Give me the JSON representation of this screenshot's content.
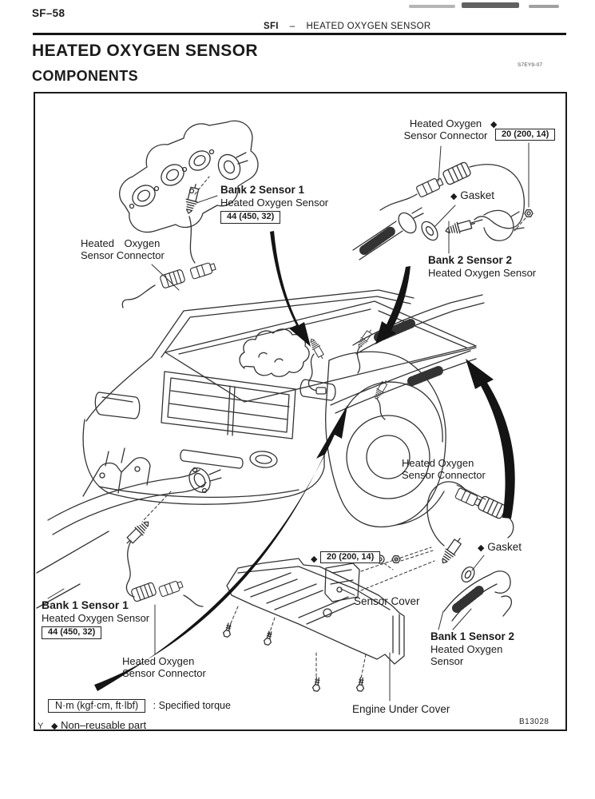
{
  "page": {
    "page_number": "SF–58",
    "running_section": "SFI",
    "running_separator": "–",
    "running_title": "HEATED OXYGEN SENSOR",
    "title": "HEATED OXYGEN SENSOR",
    "subtitle": "COMPONENTS",
    "figure_code": "S7EY9-07",
    "figure_id": "B13028"
  },
  "callouts": {
    "connector_top_right": {
      "line1": "Heated Oxygen",
      "line2": "Sensor Connector"
    },
    "torque_top": {
      "mark": "◆",
      "value": "20 (200, 14)"
    },
    "bank2_sensor1": {
      "name": "Bank 2 Sensor 1",
      "part": "Heated Oxygen Sensor",
      "torque": "44 (450, 32)"
    },
    "connector_left": {
      "line1": "Heated Oxygen",
      "line2": "Sensor Connector"
    },
    "gasket_top": {
      "mark": "◆",
      "text": "Gasket"
    },
    "bank2_sensor2": {
      "name": "Bank 2 Sensor 2",
      "part": "Heated Oxygen Sensor"
    },
    "connector_right": {
      "line1": "Heated Oxygen",
      "line2": "Sensor Connector"
    },
    "torque_bottom": {
      "mark": "◆",
      "value": "20 (200, 14)"
    },
    "sensor_cover": {
      "text": "Sensor Cover"
    },
    "gasket_bottom": {
      "mark": "◆",
      "text": "Gasket"
    },
    "bank1_sensor1": {
      "name": "Bank 1 Sensor 1",
      "part": "Heated Oxygen Sensor",
      "torque": "44 (450, 32)"
    },
    "connector_bottom_left": {
      "line1": "Heated Oxygen",
      "line2": "Sensor Connector"
    },
    "bank1_sensor2": {
      "name": "Bank 1 Sensor 2",
      "part_line1": "Heated Oxygen",
      "part_line2": "Sensor"
    },
    "engine_under_cover": {
      "text": "Engine Under Cover"
    }
  },
  "legend": {
    "torque_symbol": "N·m (kgf·cm, ft·lbf)",
    "torque_meaning": ": Specified torque",
    "nonreusable_mark": "◆",
    "nonreusable_text": "Non–reusable part",
    "corner_mark": "Y"
  }
}
